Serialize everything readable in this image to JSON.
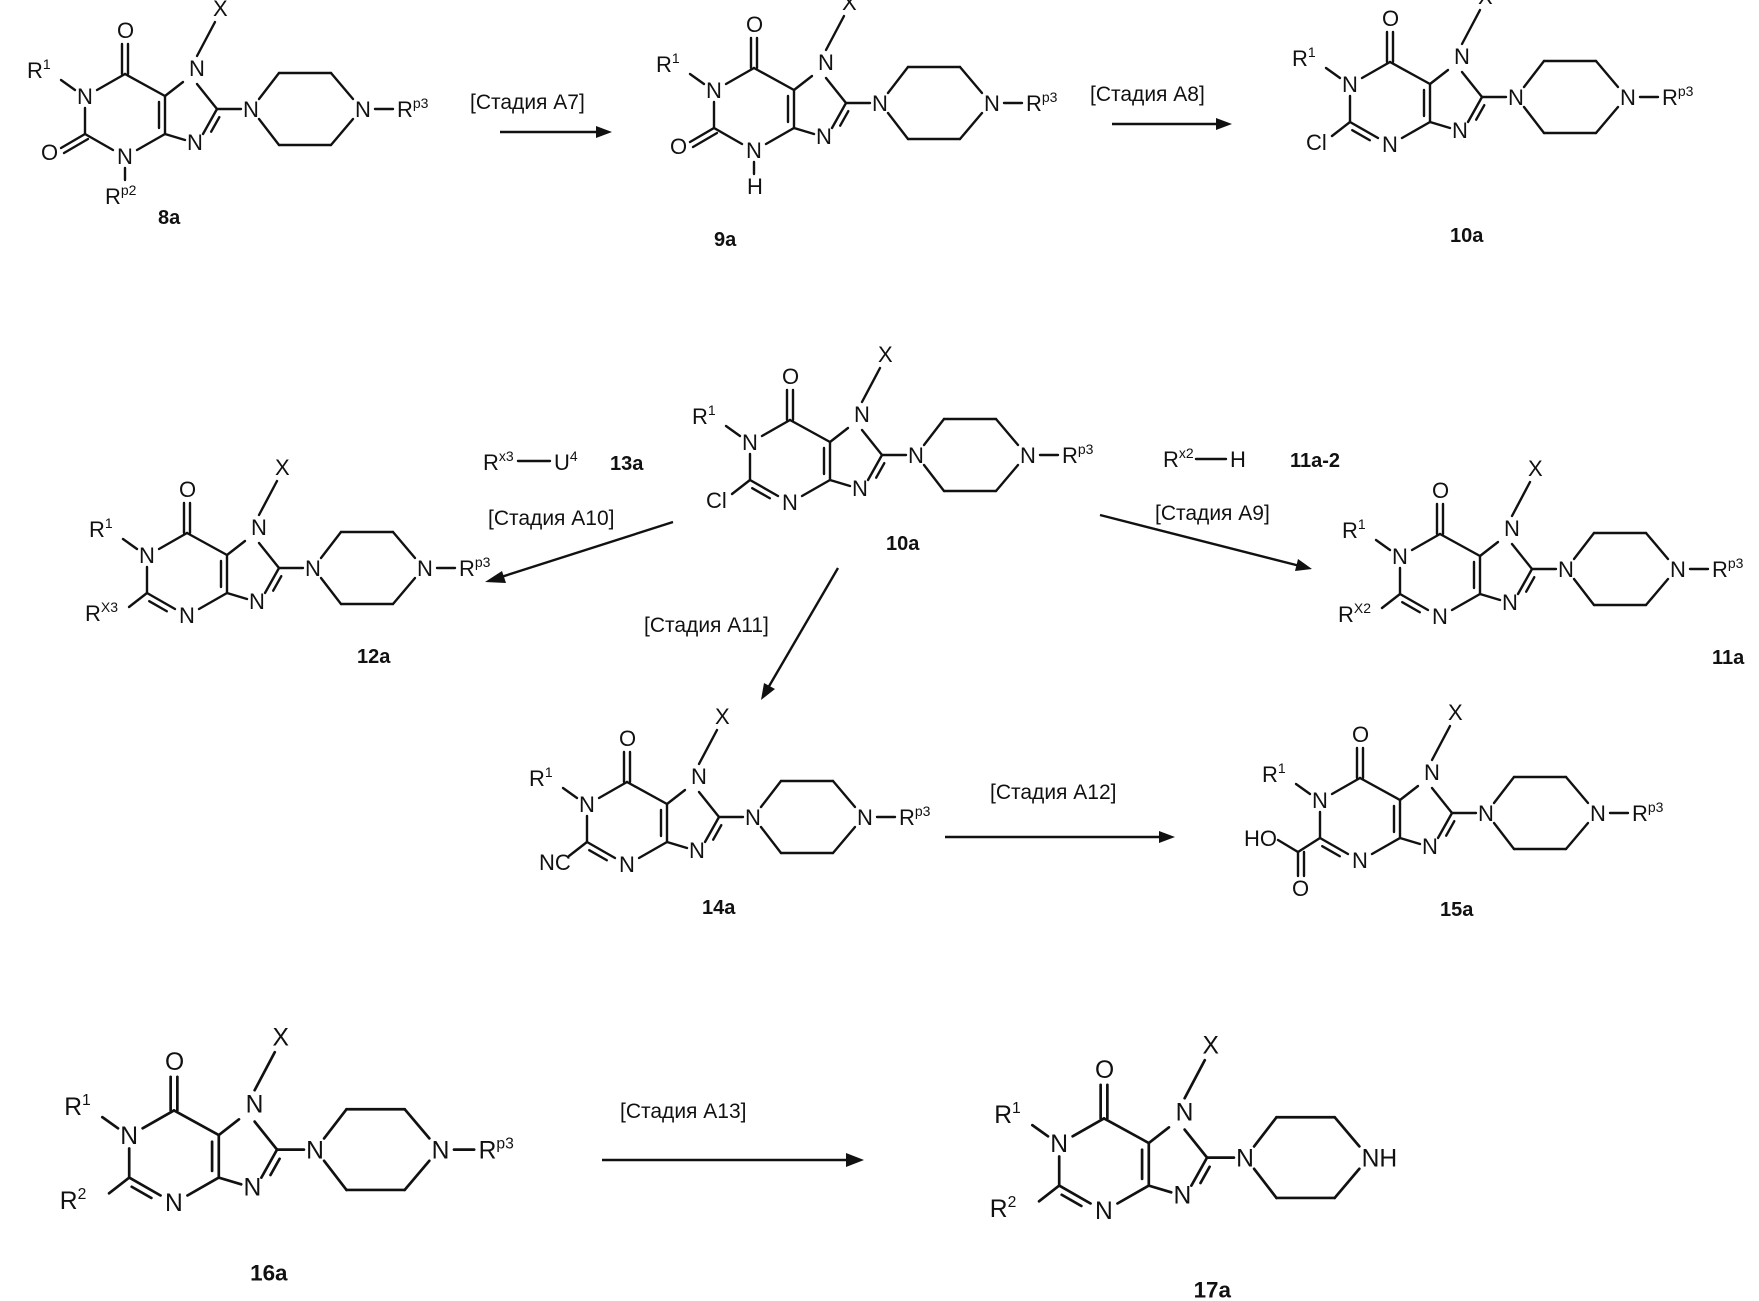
{
  "compounds": [
    {
      "id": "8a",
      "label": "8a",
      "r1": "1",
      "c2": "O",
      "n3": "p2",
      "rpip": "p3"
    },
    {
      "id": "9a",
      "label": "9a",
      "r1": "1",
      "c2": "O",
      "n3": "H",
      "rpip": "p3"
    },
    {
      "id": "10a",
      "label": "10a",
      "r1": "1",
      "c2": "Cl",
      "rpip": "p3"
    },
    {
      "id": "10a_center",
      "label": "10a",
      "r1": "1",
      "c2": "Cl",
      "rpip": "p3"
    },
    {
      "id": "12a",
      "label": "12a",
      "r1": "1",
      "c2": "X3",
      "rpip": "p3"
    },
    {
      "id": "11a",
      "label": "11a",
      "r1": "1",
      "c2": "X2",
      "rpip": "p3"
    },
    {
      "id": "14a",
      "label": "14a",
      "r1": "1",
      "c2": "NC",
      "rpip": "p3"
    },
    {
      "id": "15a",
      "label": "15a",
      "r1": "1",
      "c2": "COOH",
      "rpip": "p3"
    },
    {
      "id": "16a",
      "label": "16a",
      "r1": "1",
      "c2": "2",
      "rpip": "p3"
    },
    {
      "id": "17a",
      "label": "17a",
      "r1": "1",
      "c2": "2",
      "rpip": "NH"
    }
  ],
  "stages": {
    "a7": "[Стадия A7]",
    "a8": "[Стадия A8]",
    "a9": "[Стадия A9]",
    "a10": "[Стадия A10]",
    "a11": "[Стадия A11]",
    "a12": "[Стадия A12]",
    "a13": "[Стадия A13]"
  },
  "reagents": {
    "r13a_sup": "x3",
    "r13a_u": "U",
    "r13a_usup": "4",
    "r13a_name": "13a",
    "r11a2_sup": "x2",
    "r11a2_h": "H",
    "r11a2_name": "11a-2"
  },
  "atoms": {
    "N": "N",
    "O": "O",
    "X": "X",
    "R": "R",
    "H": "H",
    "Cl": "Cl",
    "HO": "HO",
    "NC": "NC",
    "NH": "NH"
  }
}
